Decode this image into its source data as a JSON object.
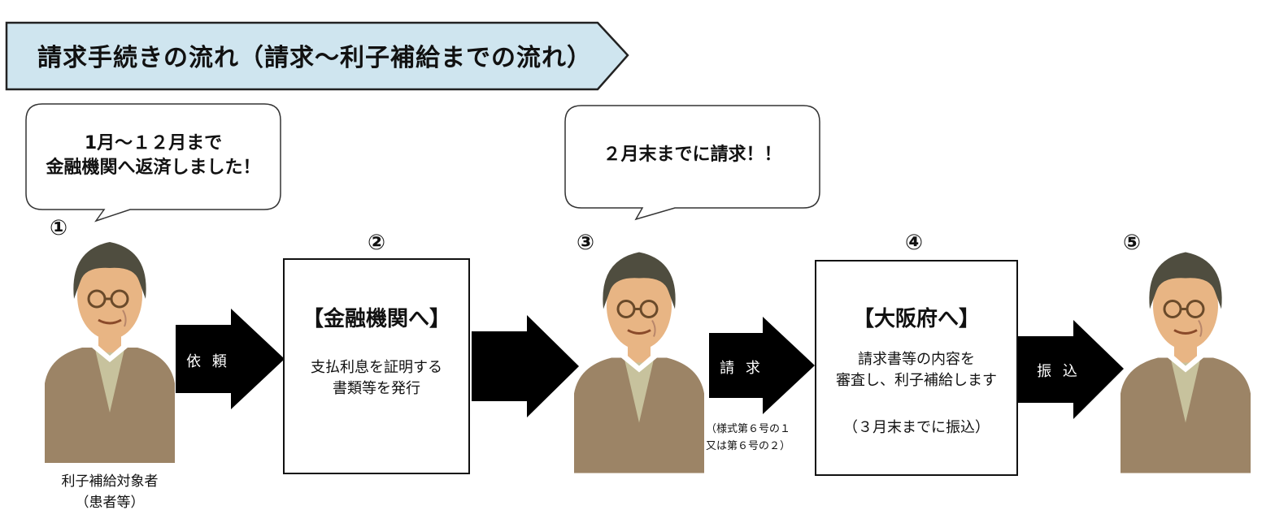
{
  "title": "請求手続きの流れ（請求～利子補給までの流れ）",
  "colors": {
    "banner_fill": "#cfe5ef",
    "arrow": "#000000",
    "hair": "#4f4d3f",
    "skin": "#e8b584",
    "sweater": "#9c8466",
    "shirt": "#c7c29d"
  },
  "bubbles": [
    {
      "lines": [
        "1月～１２月まで",
        "金融機関へ返済しました！"
      ]
    },
    {
      "lines": [
        "２月末までに請求！！"
      ]
    }
  ],
  "steps": [
    {
      "number": "①"
    },
    {
      "number": "②"
    },
    {
      "number": "③"
    },
    {
      "number": "④"
    },
    {
      "number": "⑤"
    }
  ],
  "person_caption": [
    "利子補給対象者",
    "（患者等）"
  ],
  "box_financial": {
    "title": "【金融機関へ】",
    "lines": [
      "支払利息を証明する",
      "書類等を発行"
    ]
  },
  "box_osaka": {
    "title": "【大阪府へ】",
    "lines": [
      "請求書等の内容を",
      "審査し、利子補給します",
      "（３月末までに振込）"
    ]
  },
  "arrows": [
    {
      "label": "依 頼"
    },
    {
      "label": ""
    },
    {
      "label": "請 求"
    },
    {
      "label": "振 込"
    }
  ],
  "form_note": [
    "（様式第６号の１",
    "又は第６号の２）"
  ]
}
